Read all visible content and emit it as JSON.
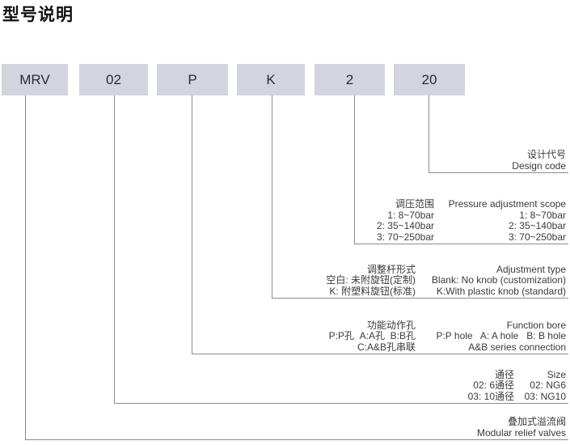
{
  "title": "型号说明",
  "code_boxes": [
    {
      "label": "MRV"
    },
    {
      "label": "02"
    },
    {
      "label": "P"
    },
    {
      "label": "K"
    },
    {
      "label": "2"
    },
    {
      "label": "20"
    }
  ],
  "sections": {
    "design_code": {
      "zh": "设计代号",
      "en": "Design code"
    },
    "pressure_scope": {
      "rows": [
        {
          "zh": "调压范围",
          "en": "Pressure adjustment scope"
        },
        {
          "zh": "1: 8~70bar",
          "en": "1: 8~70bar"
        },
        {
          "zh": "2: 35~140bar",
          "en": "2: 35~140bar"
        },
        {
          "zh": "3: 70~250bar",
          "en": "3: 70~250bar"
        }
      ]
    },
    "adjustment_type": {
      "rows": [
        {
          "zh": "调整杆形式",
          "en": "Adjustment type"
        },
        {
          "zh": "空白: 未附旋钮(定制)",
          "en": "Blank: No knob (customization)"
        },
        {
          "zh": "K: 附塑料旋钮(标准)",
          "en": "K:With plastic knob (standard)"
        }
      ]
    },
    "function_bore": {
      "rows": [
        {
          "zh": "功能动作孔",
          "en": "Function bore"
        },
        {
          "zh": "P:P孔  A:A孔  B:B孔",
          "en": "P:P hole   A: A hole   B: B hole"
        },
        {
          "zh": "C:A&B孔串联",
          "en": "A&B series connection"
        }
      ]
    },
    "size": {
      "rows": [
        {
          "zh": "通径",
          "en": "Size"
        },
        {
          "zh": "02: 6通径",
          "en": "02: NG6"
        },
        {
          "zh": "03: 10通径",
          "en": "03: NG10"
        }
      ]
    },
    "product": {
      "zh": "叠加式溢流阀",
      "en": "Modular relief valves"
    }
  },
  "colors": {
    "box_fill": "#d3d4dd",
    "box_text": "#2b2b31",
    "line": "#8c8c8c",
    "text": "#3a3a3a",
    "title": "#111111"
  }
}
